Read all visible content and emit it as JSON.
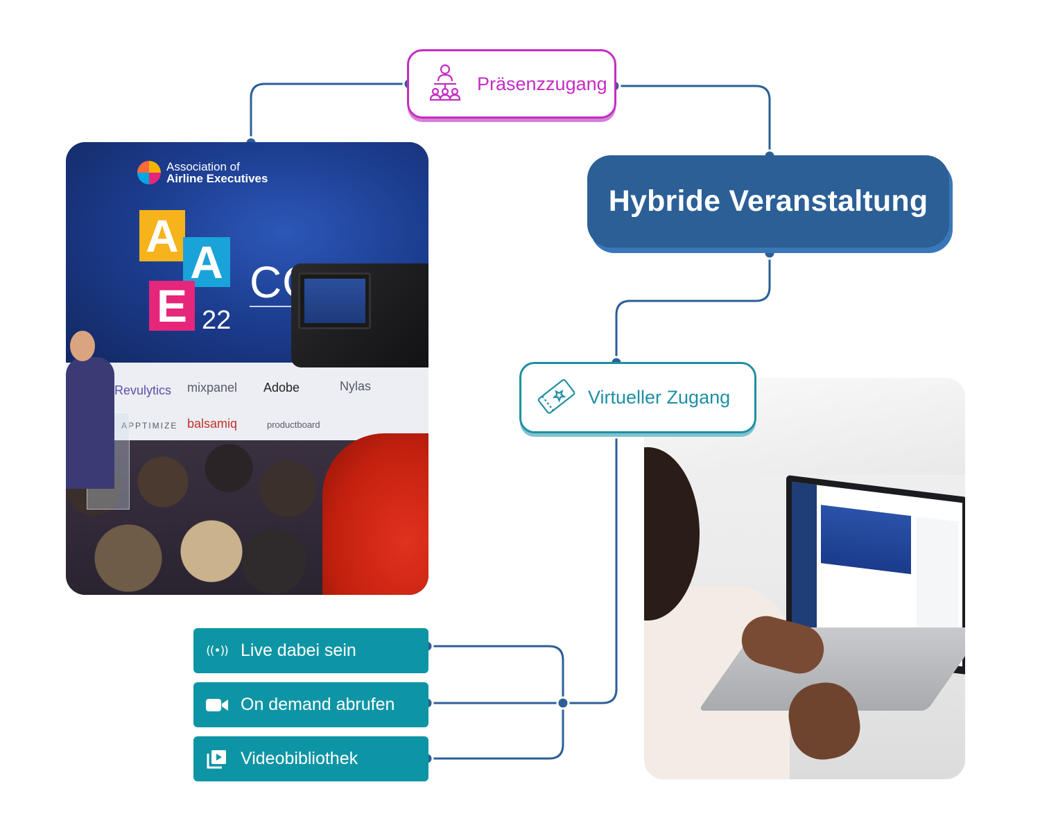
{
  "nodes": {
    "praesenz": {
      "label": "Präsenzzugang",
      "icon": "audience-presenter-icon",
      "color": "#c42cc4"
    },
    "hybride": {
      "label": "Hybride Veranstaltung",
      "color": "#2b5f96"
    },
    "virtuell": {
      "label": "Virtueller Zugang",
      "icon": "ticket-icon",
      "color": "#1e8fa3"
    }
  },
  "features": [
    {
      "label": "Live dabei sein",
      "icon": "broadcast-icon",
      "icon_text": "((•))"
    },
    {
      "label": "On demand abrufen",
      "icon": "video-camera-icon"
    },
    {
      "label": "Videobibliothek",
      "icon": "video-library-icon"
    }
  ],
  "conference_photo": {
    "association_line1": "Association of",
    "association_line2": "Airline Executives",
    "tiles": [
      "A",
      "A",
      "E"
    ],
    "year": "22",
    "conference_word": "CONF",
    "sponsors": [
      "Revulytics",
      "mixpanel",
      "Adobe",
      "Nylas",
      "APPTIMIZE",
      "balsamiq",
      "productboard"
    ]
  },
  "colors": {
    "connector": "#2b5f96",
    "feature_bg": "#0e95a5"
  }
}
